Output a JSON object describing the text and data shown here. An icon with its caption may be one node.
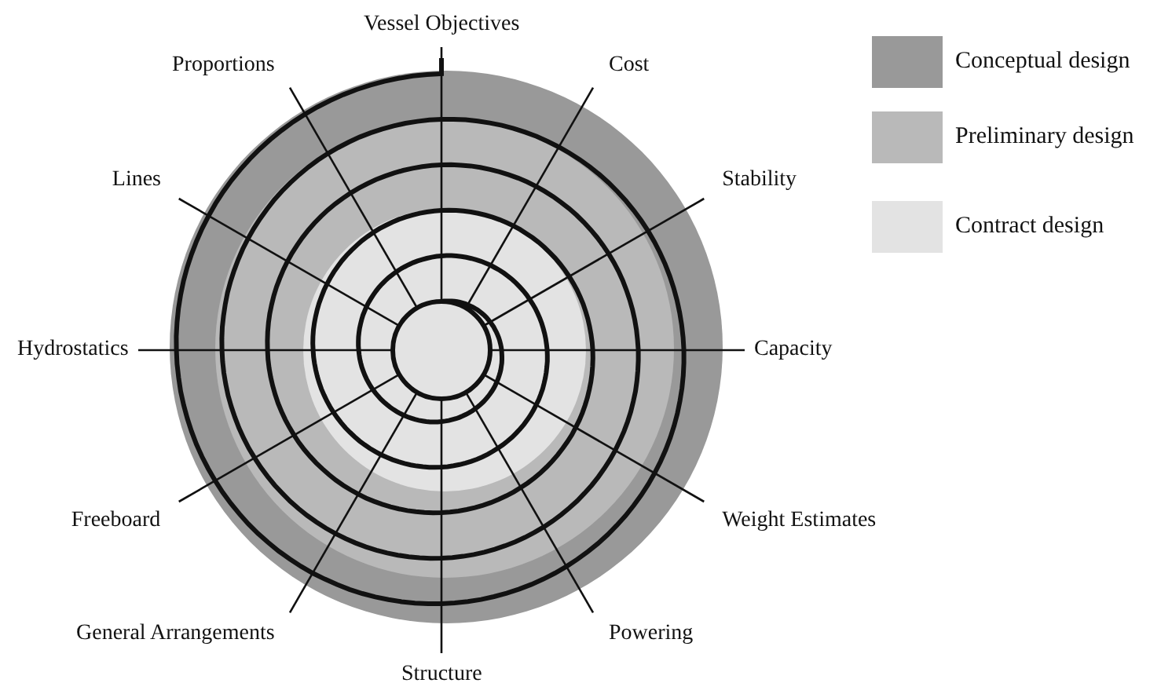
{
  "diagram": {
    "labels": [
      "Vessel Objectives",
      "Cost",
      "Stability",
      "Capacity",
      "Weight Estimates",
      "Powering",
      "Structure",
      "General Arrangements",
      "Freeboard",
      "Hydrostatics",
      "Lines",
      "Proportions"
    ],
    "legend": [
      {
        "text": "Conceptual design",
        "color": "#999999"
      },
      {
        "text": "Preliminary design",
        "color": "#b9b9b9"
      },
      {
        "text": "Contract design",
        "color": "#e3e3e3"
      }
    ]
  }
}
